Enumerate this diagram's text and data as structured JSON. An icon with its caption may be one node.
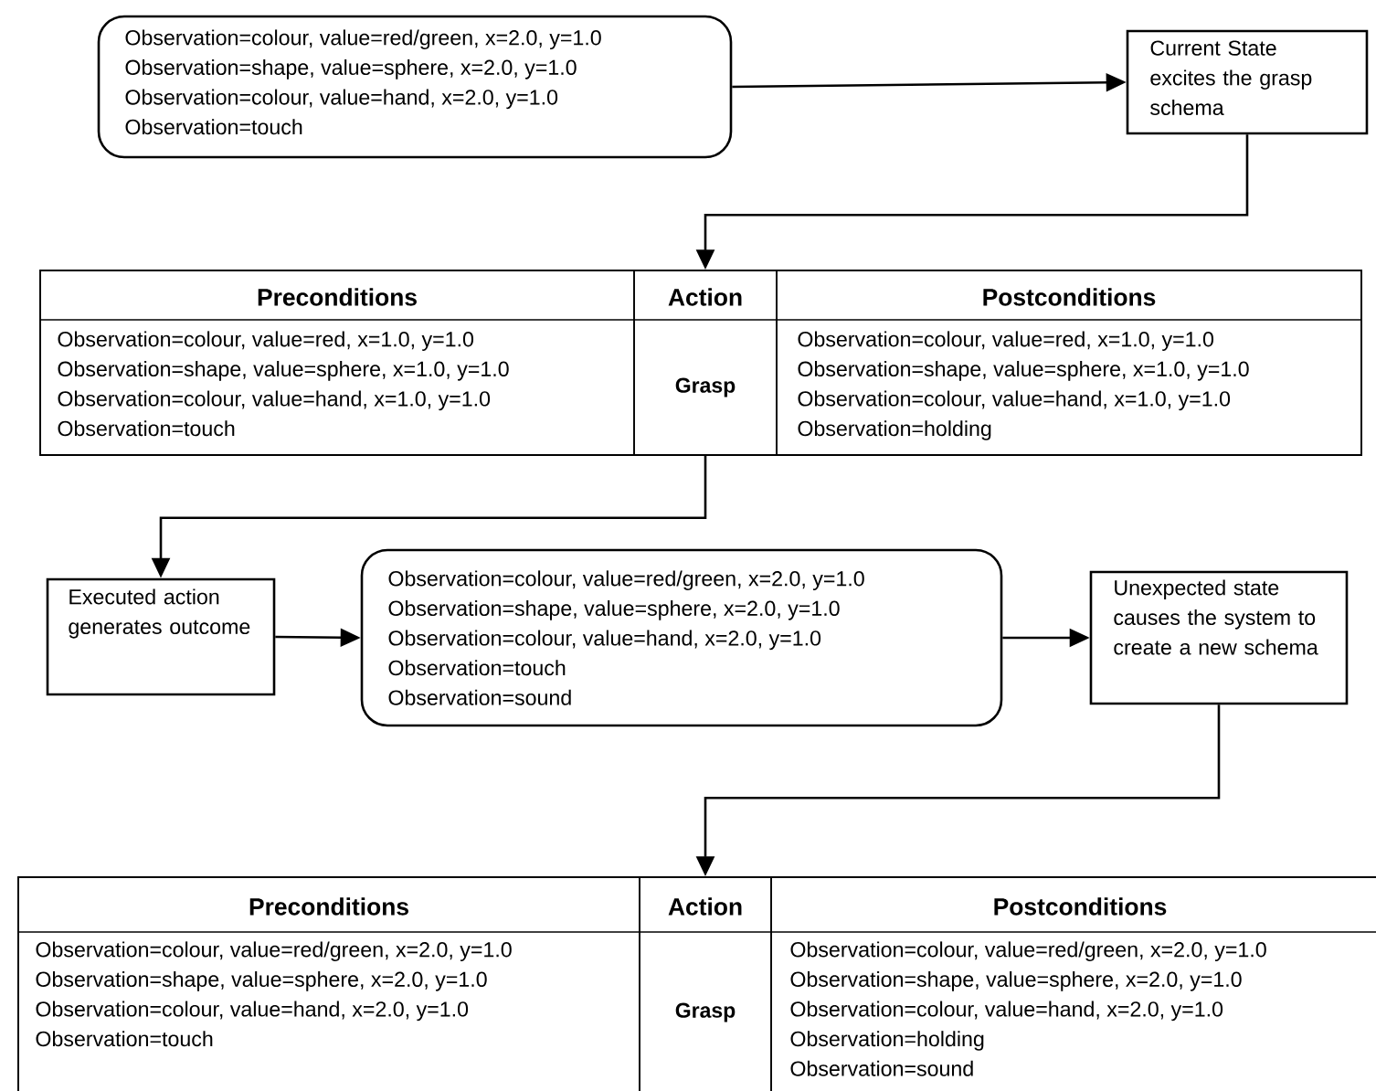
{
  "diagram": {
    "nodes": [
      {
        "text": [
          "Observation=colour, value=red/green, x=2.0, y=1.0",
          "Observation=shape, value=sphere, x=2.0, y=1.0",
          "Observation=colour, value=hand, x=2.0, y=1.0",
          "Observation=touch"
        ]
      },
      {
        "text": [
          "Current State excites the grasp schema"
        ]
      },
      {
        "text": [],
        "shape": "box"
      },
      {
        "text": [
          "Preconditions",
          "Observation=colour, value=red, x=1.0, y=1.0",
          "Observation=shape, value=sphere, x=1.0, y=1.0",
          "Observation=colour, value=hand, x=1.0, y=1.0",
          "Observation=touch"
        ],
        "in": 2
      },
      {
        "text": [
          "Action",
          "Grasp"
        ],
        "in": 2
      },
      {
        "text": [
          "Postconditions",
          "Observation=colour, value=red, x=1.0, y=1.0",
          "Observation=shape, value=sphere, x=1.0, y=1.0",
          "Observation=colour, value=hand, x=1.0, y=1.0",
          "Observation=holding"
        ],
        "in": 2
      },
      {
        "text": [
          "Executed action generates outcome"
        ]
      },
      {
        "text": [
          "Observation=colour, value=red/green, x=2.0, y=1.0",
          "Observation=shape, value=sphere, x=2.0, y=1.0",
          "Observation=colour, value=hand, x=2.0, y=1.0",
          "Observation=touch",
          "Observation=sound"
        ]
      },
      {
        "text": [
          "Unexpected state causes the system to create a new schema"
        ]
      },
      {
        "text": [],
        "shape": "box"
      },
      {
        "text": [
          "Preconditions",
          "Observation=colour, value=red/green, x=2.0, y=1.0",
          "Observation=shape, value=sphere, x=2.0, y=1.0",
          "Observation=colour, value=hand, x=2.0, y=1.0",
          "Observation=touch"
        ],
        "in": 9
      },
      {
        "text": [
          "Action",
          "Grasp"
        ],
        "in": 9
      },
      {
        "text": [
          "Postconditions",
          "Observation=colour, value=red/green, x=2.0, y=1.0",
          "Observation=shape, value=sphere, x=2.0, y=1.0",
          "Observation=colour, value=hand, x=2.0, y=1.0",
          "Observation=holding",
          "Observation=sound"
        ],
        "in": 9
      }
    ],
    "edges": [
      {
        "from": 0,
        "to": 1,
        "arrow": "to"
      },
      {
        "from": 1,
        "to": 4,
        "arrow": "to"
      },
      {
        "from": 4,
        "to": 6,
        "arrow": "to"
      },
      {
        "from": 6,
        "to": 7,
        "arrow": "to"
      },
      {
        "from": 7,
        "to": 8,
        "arrow": "to"
      },
      {
        "from": 8,
        "to": 11,
        "arrow": "to"
      }
    ]
  }
}
